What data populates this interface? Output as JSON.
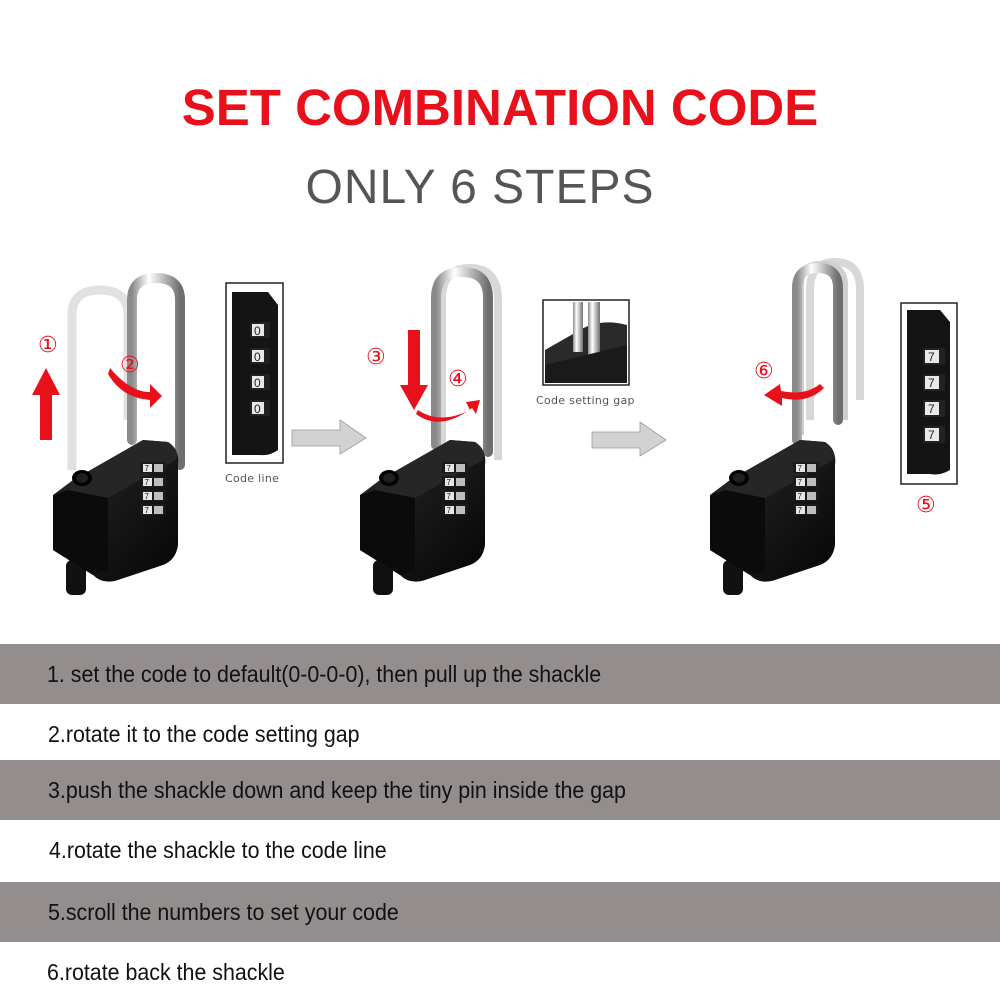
{
  "header": {
    "title": "SET COMBINATION CODE",
    "subtitle": "ONLY 6 STEPS",
    "title_color": "#e8101a",
    "subtitle_color": "#555555"
  },
  "illustration": {
    "panels": [
      {
        "lock": "padlock-open-shackle-pulled-up",
        "step_markers": [
          "①",
          "②"
        ],
        "inset": {
          "digits": [
            "0",
            "0",
            "0",
            "0"
          ],
          "caption": "Code line"
        }
      },
      {
        "lock": "padlock-shackle-pushed-into-gap",
        "step_markers": [
          "③",
          "④"
        ],
        "inset": {
          "caption": "Code setting gap"
        }
      },
      {
        "lock": "padlock-shackle-rotated-back",
        "step_markers": [
          "⑥"
        ],
        "inset": {
          "digits": [
            "7",
            "7",
            "7",
            "7"
          ],
          "marker": "⑤"
        }
      }
    ],
    "lock_dial_digit": "7",
    "accent_color": "#e8101a"
  },
  "steps": [
    {
      "text": "1. set the code to default(0-0-0-0), then pull up the shackle",
      "shade": "gray"
    },
    {
      "text": "2.rotate it to the code setting gap",
      "shade": "white"
    },
    {
      "text": "3.push the shackle down and keep the tiny pin inside the gap",
      "shade": "gray"
    },
    {
      "text": "4.rotate the shackle to the code line",
      "shade": "white"
    },
    {
      "text": "5.scroll the numbers to set your code",
      "shade": "gray"
    },
    {
      "text": "6.rotate back the shackle",
      "shade": "white"
    }
  ],
  "band_color": "#938e8d"
}
